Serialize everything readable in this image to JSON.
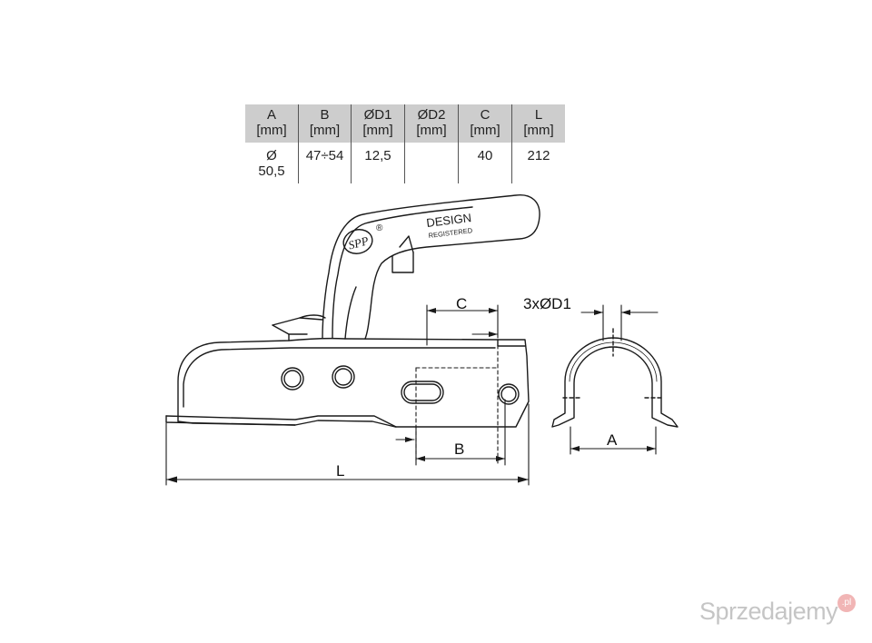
{
  "spec_table": {
    "headers": [
      {
        "line1": "A",
        "line2": "[mm]"
      },
      {
        "line1": "B",
        "line2": "[mm]"
      },
      {
        "line1": "ØD1",
        "line2": "[mm]"
      },
      {
        "line1": "ØD2",
        "line2": "[mm]"
      },
      {
        "line1": "C",
        "line2": "[mm]"
      },
      {
        "line1": "L",
        "line2": "[mm]"
      }
    ],
    "values": [
      {
        "line1": "Ø",
        "line2": "50,5"
      },
      {
        "line1": "47÷54",
        "line2": ""
      },
      {
        "line1": "12,5",
        "line2": ""
      },
      {
        "line1": "",
        "line2": ""
      },
      {
        "line1": "40",
        "line2": ""
      },
      {
        "line1": "212",
        "line2": ""
      }
    ]
  },
  "drawing": {
    "logo_text": "SPP",
    "registered_mark": "®",
    "design_label": "DESIGN",
    "registered_label": "REGISTERED",
    "dim_c": "C",
    "dim_b": "B",
    "dim_l": "L",
    "dim_a": "A",
    "dim_holes": "3xØD1"
  },
  "watermark": {
    "text": "Sprzedajemy",
    "suffix": ".pl"
  },
  "colors": {
    "line": "#1a1a1a",
    "table_header_bg": "#cdcdcd"
  }
}
